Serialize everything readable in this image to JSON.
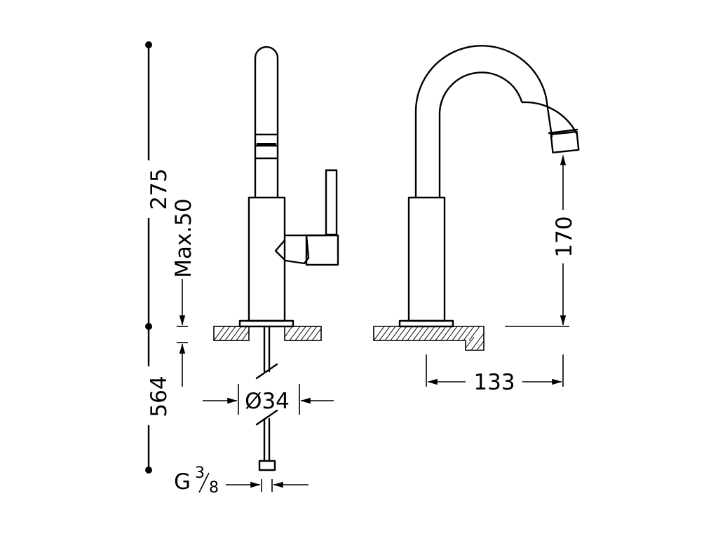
{
  "dimensions": {
    "height_upper": "275",
    "height_lower": "564",
    "max_deck": "Max.50",
    "hole_diameter": "Ø34",
    "spout_height": "170",
    "spout_reach": "133",
    "thread_prefix": "G",
    "thread_num": "3",
    "thread_den": "8"
  },
  "colors": {
    "line": "#000000",
    "background": "#ffffff"
  }
}
